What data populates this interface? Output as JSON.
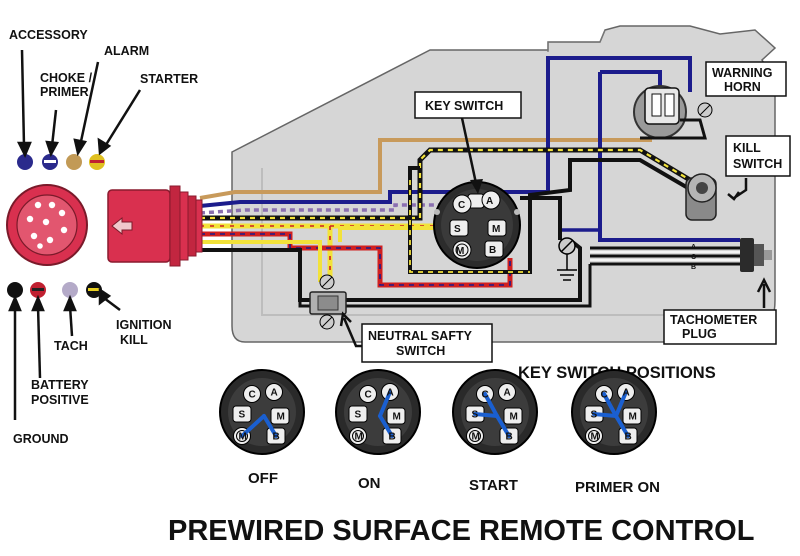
{
  "title": "PREWIRED SURFACE REMOTE CONTROL",
  "connector_labels": {
    "accessory": "ACCESSORY",
    "choke_primer_line1": "CHOKE /",
    "choke_primer_line2": "PRIMER",
    "alarm": "ALARM",
    "starter": "STARTER",
    "ignition_kill_line1": "IGNITION",
    "ignition_kill_line2": "KILL",
    "tach": "TACH",
    "battery_positive_line1": "BATTERY",
    "battery_positive_line2": "POSITIVE",
    "ground": "GROUND"
  },
  "component_labels": {
    "key_switch": "KEY SWITCH",
    "warning_horn_line1": "WARNING",
    "warning_horn_line2": "HORN",
    "kill_switch_line1": "KILL",
    "kill_switch_line2": "SWITCH",
    "neutral_safety_line1": "NEUTRAL SAFTY",
    "neutral_safety_line2": "SWITCH",
    "tachometer_plug_line1": "TACHOMETER",
    "tachometer_plug_line2": "PLUG"
  },
  "key_switch_positions_title": "KEY SWITCH POSITIONS",
  "terminals": {
    "c": "C",
    "a": "A",
    "s": "S",
    "m": "M",
    "b": "B",
    "m_circle": "M"
  },
  "tach_wire_letters": {
    "a": "A",
    "c": "C",
    "b": "B"
  },
  "positions": [
    {
      "label": "OFF",
      "links": [
        "b",
        "m_circle"
      ]
    },
    {
      "label": "ON",
      "links": [
        "a",
        "b"
      ]
    },
    {
      "label": "START",
      "links": [
        "c",
        "b",
        "s"
      ]
    },
    {
      "label": "PRIMER ON",
      "links": [
        "c",
        "a",
        "b",
        "s"
      ]
    }
  ],
  "colors": {
    "housing": "#d6d6d6",
    "connector_red": "#d9304f",
    "wire_blue": "#1c1c8c",
    "wire_tan": "#c89a5b",
    "wire_yellow": "#f2e23a",
    "wire_red": "#d02020",
    "wire_black": "#111111",
    "wire_purple": "#8a6fb0",
    "wire_gray": "#a8a8a8"
  },
  "pin_colors": {
    "accessory": "#2b2a8c",
    "choke_primer": "#2b2a8c",
    "alarm": "#c29a56",
    "starter": "#e0c020",
    "ground": "#111111",
    "battery_positive": "#c02030",
    "tach": "#b4aac8",
    "ignition_kill": "#111111"
  }
}
